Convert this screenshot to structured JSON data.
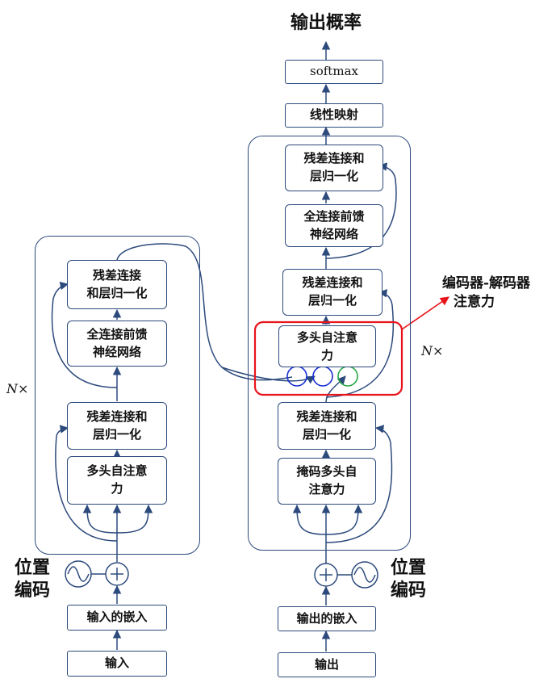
{
  "title": "输出概率",
  "nx_left": "N×",
  "nx_right": "N×",
  "callout": {
    "line1": "编码器-解码器",
    "line2": "注意力",
    "color": "#e8141b"
  },
  "encoder": {
    "input": "输入",
    "embedding": "输入的嵌入",
    "positional_encoding": {
      "line1": "位置",
      "line2": "编码"
    },
    "attention": {
      "line1": "多头自注意",
      "line2": "力"
    },
    "addnorm1": {
      "line1": "残差连接和",
      "line2": "层归一化"
    },
    "ffn": {
      "line1": "全连接前馈",
      "line2": "神经网络"
    },
    "addnorm2": {
      "line1": "残差连接",
      "line2": "和层归一化"
    }
  },
  "decoder": {
    "output": "输出",
    "embedding": "输出的嵌入",
    "positional_encoding": {
      "line1": "位置",
      "line2": "编码"
    },
    "masked_attention": {
      "line1": "掩码多头自",
      "line2": "注意力"
    },
    "addnorm1": {
      "line1": "残差连接和",
      "line2": "层归一化"
    },
    "cross_attention": {
      "line1": "多头自注意",
      "line2": "力"
    },
    "addnorm2": {
      "line1": "残差连接和",
      "line2": "层归一化"
    },
    "ffn": {
      "line1": "全连接前馈",
      "line2": "神经网络"
    },
    "addnorm3": {
      "line1": "残差连接和",
      "line2": "层归一化"
    },
    "linear": "线性映射",
    "softmax": "softmax"
  },
  "colors": {
    "line": "#2c4a7c",
    "highlight": "#e8141b",
    "circle_blue": "#1a2fd1",
    "circle_green": "#27a647"
  }
}
